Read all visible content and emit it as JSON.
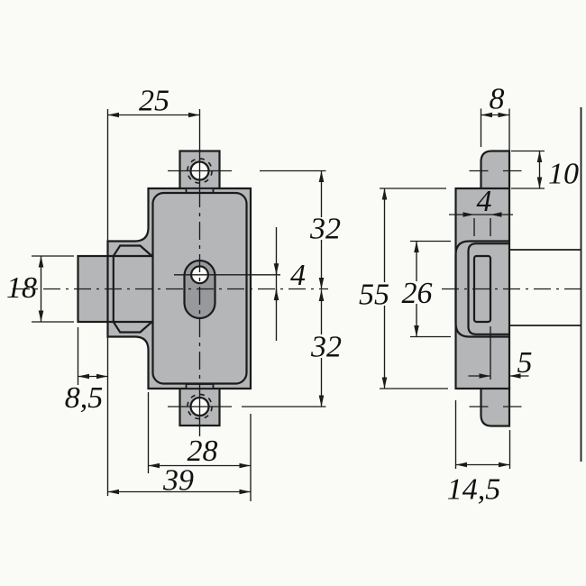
{
  "document": {
    "type": "technical-drawing",
    "subject": "furniture-lock-two-view-dimensioned-drawing"
  },
  "colors": {
    "background": "#fafaf7",
    "part_fill": "#b4b6b8",
    "keyhole_fill": "#97999c",
    "notch_fill": "#a9abae",
    "line": "#1b1b1b",
    "text": "#111111"
  },
  "views": {
    "front": {
      "name": "front view",
      "features": [
        "case",
        "top mounting tab with screw hole",
        "bottom mounting tab with screw hole",
        "spindle hub",
        "spindle shaft",
        "keyhole"
      ]
    },
    "side": {
      "name": "side view",
      "features": [
        "faceplate",
        "top tab",
        "bottom tab",
        "hub boss",
        "key slot",
        "panel reference line"
      ]
    }
  },
  "dimensions": {
    "d25": {
      "value": "25"
    },
    "d18": {
      "value": "18"
    },
    "d85": {
      "value": "8,5"
    },
    "d28": {
      "value": "28"
    },
    "d39": {
      "value": "39"
    },
    "d32a": {
      "value": "32"
    },
    "d4f": {
      "value": "4"
    },
    "d32b": {
      "value": "32"
    },
    "d55": {
      "value": "55"
    },
    "d26": {
      "value": "26"
    },
    "d8": {
      "value": "8"
    },
    "d10": {
      "value": "10"
    },
    "d4s": {
      "value": "4"
    },
    "d5": {
      "value": "5"
    },
    "d145": {
      "value": "14,5"
    }
  }
}
